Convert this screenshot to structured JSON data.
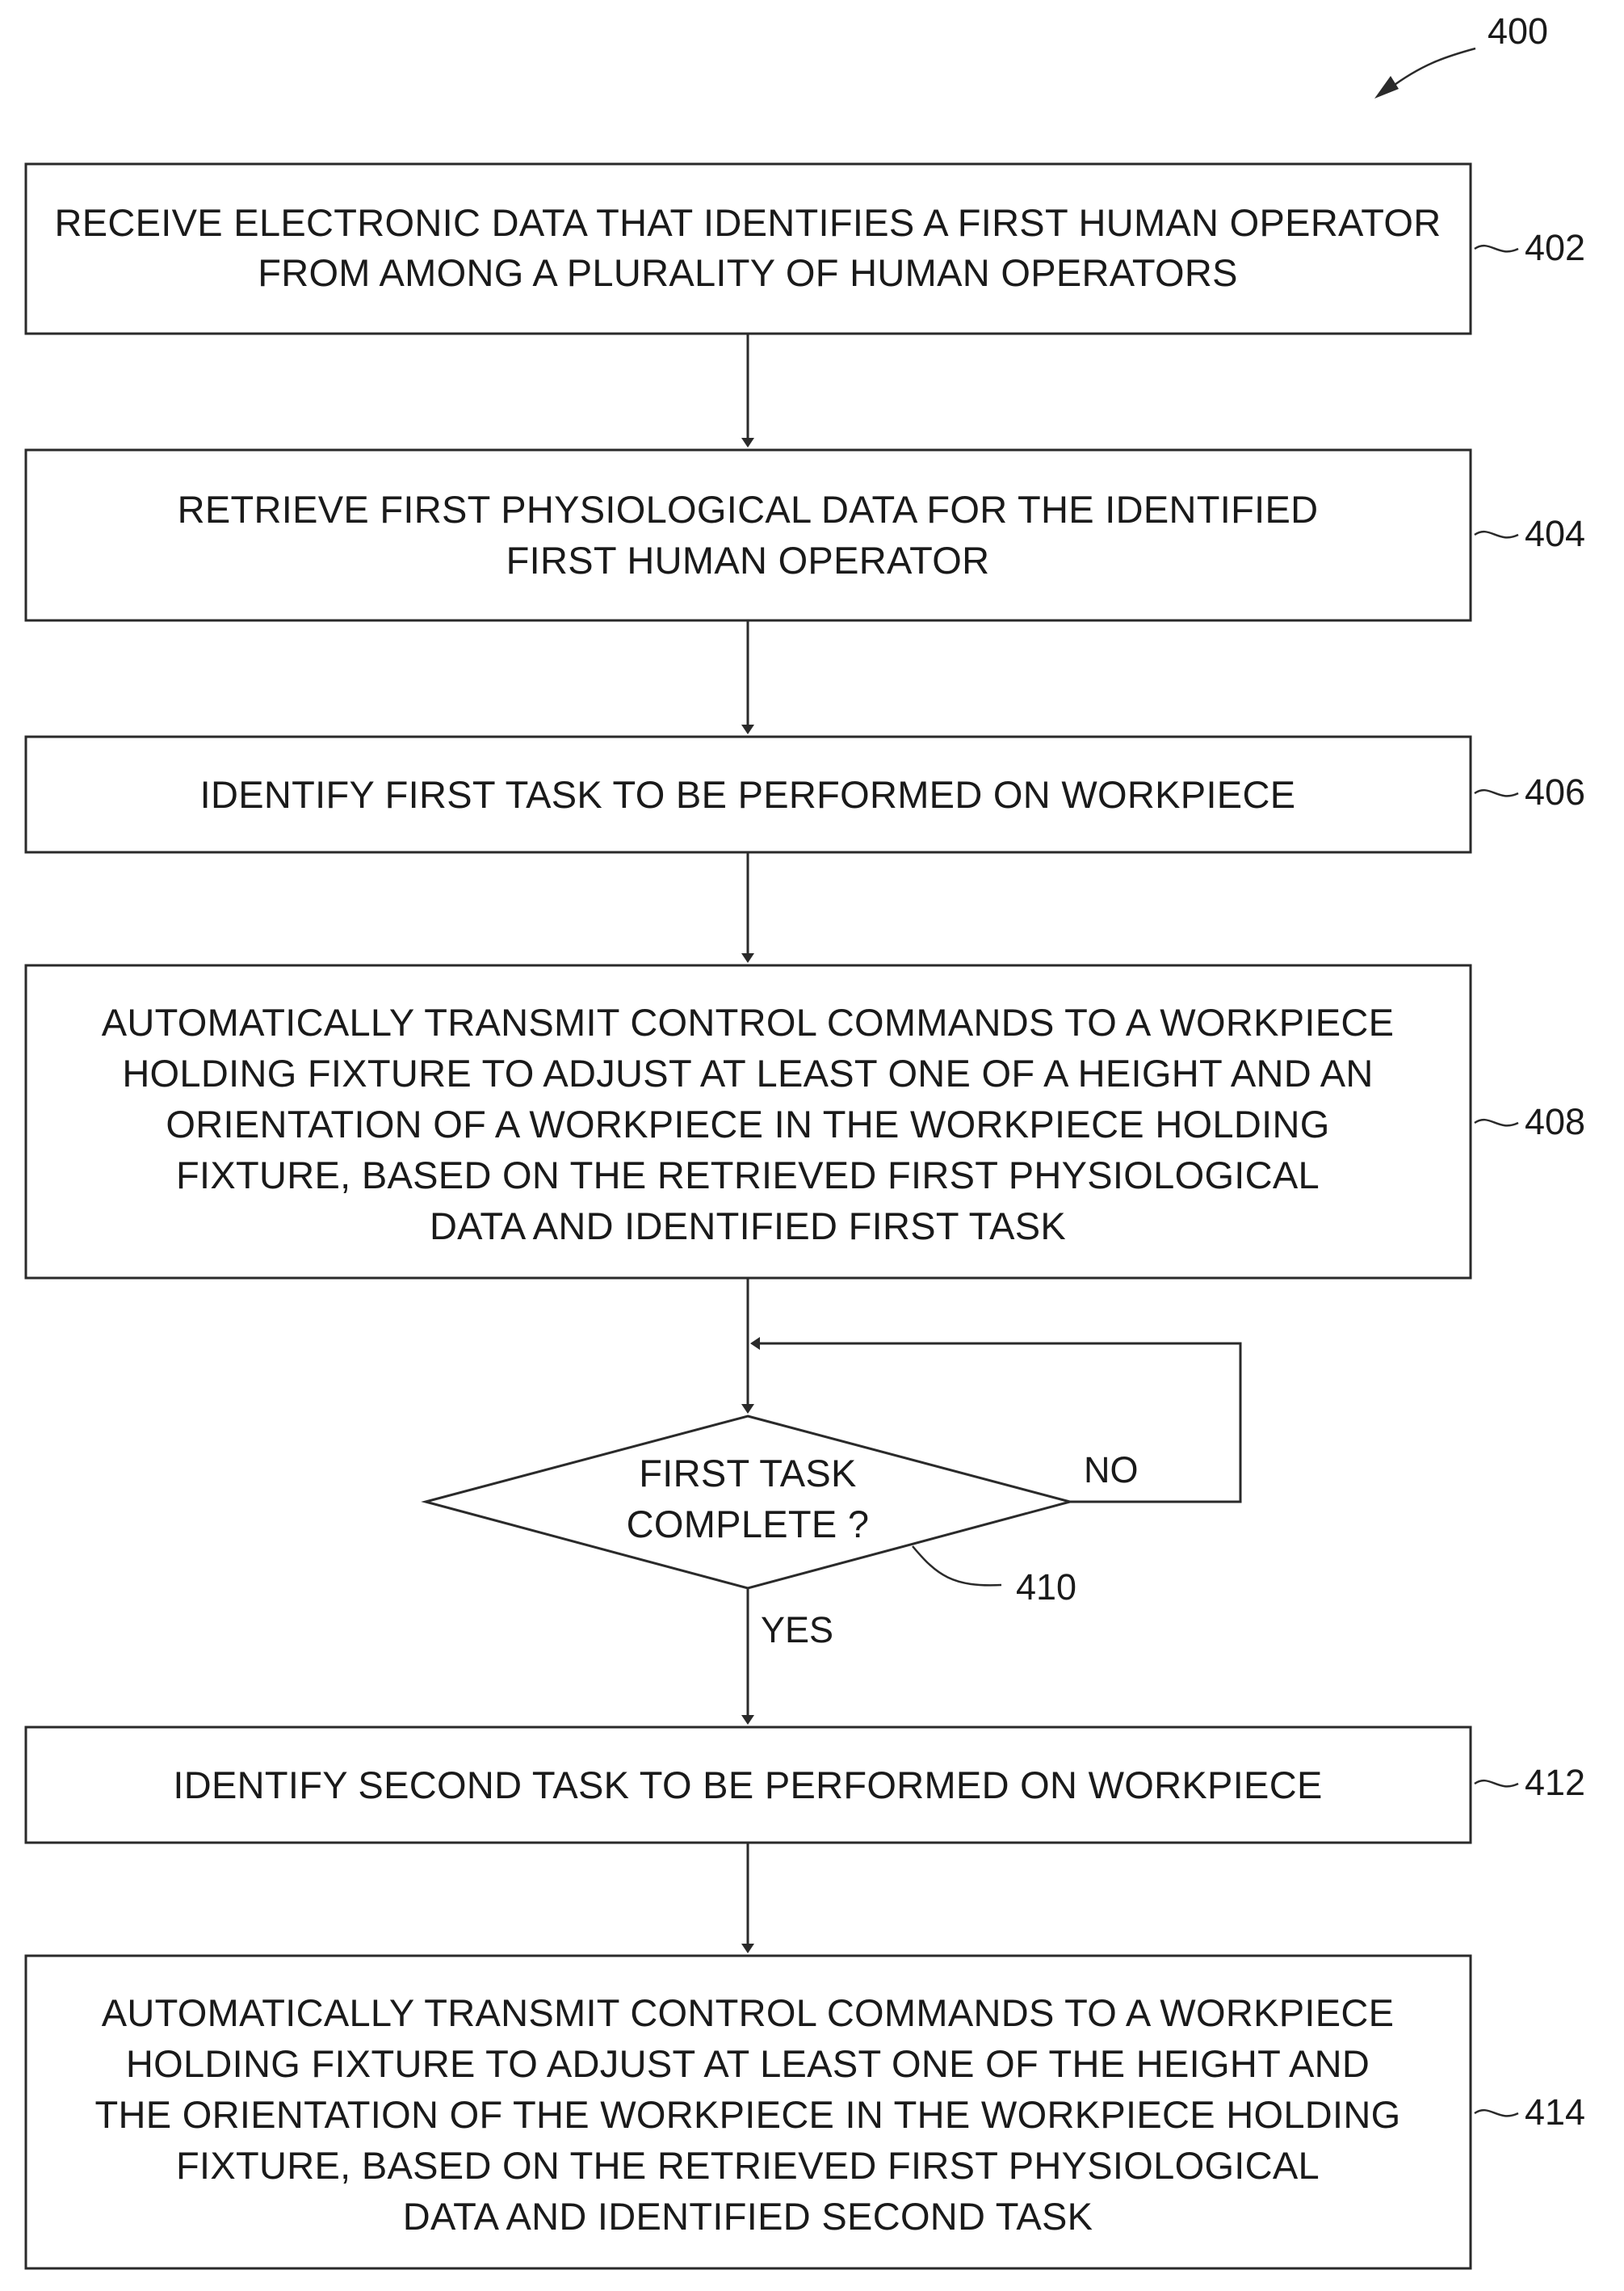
{
  "figure": {
    "number": "400"
  },
  "steps": [
    {
      "ref": "402",
      "lines": [
        "RECEIVE ELECTRONIC DATA THAT IDENTIFIES A FIRST HUMAN OPERATOR",
        "FROM AMONG A PLURALITY OF HUMAN OPERATORS"
      ]
    },
    {
      "ref": "404",
      "lines": [
        "RETRIEVE FIRST PHYSIOLOGICAL DATA FOR THE IDENTIFIED",
        "FIRST HUMAN OPERATOR"
      ]
    },
    {
      "ref": "406",
      "lines": [
        "IDENTIFY FIRST TASK TO BE PERFORMED ON WORKPIECE"
      ]
    },
    {
      "ref": "408",
      "lines": [
        "AUTOMATICALLY TRANSMIT CONTROL COMMANDS TO A WORKPIECE",
        "HOLDING FIXTURE TO ADJUST AT LEAST ONE OF A HEIGHT AND AN",
        "ORIENTATION OF A WORKPIECE IN THE WORKPIECE HOLDING",
        "FIXTURE, BASED ON THE RETRIEVED FIRST PHYSIOLOGICAL",
        "DATA  AND IDENTIFIED FIRST TASK"
      ]
    },
    {
      "ref": "412",
      "lines": [
        "IDENTIFY SECOND TASK TO BE PERFORMED ON WORKPIECE"
      ]
    },
    {
      "ref": "414",
      "lines": [
        "AUTOMATICALLY TRANSMIT CONTROL COMMANDS TO A WORKPIECE",
        "HOLDING FIXTURE TO ADJUST AT LEAST ONE OF THE HEIGHT AND",
        "THE ORIENTATION OF THE WORKPIECE IN THE WORKPIECE HOLDING",
        "FIXTURE, BASED ON THE RETRIEVED FIRST PHYSIOLOGICAL",
        "DATA AND IDENTIFIED SECOND TASK"
      ]
    }
  ],
  "decision": {
    "ref": "410",
    "lines": [
      "FIRST TASK",
      "COMPLETE ?"
    ],
    "no_label": "NO",
    "yes_label": "YES"
  }
}
